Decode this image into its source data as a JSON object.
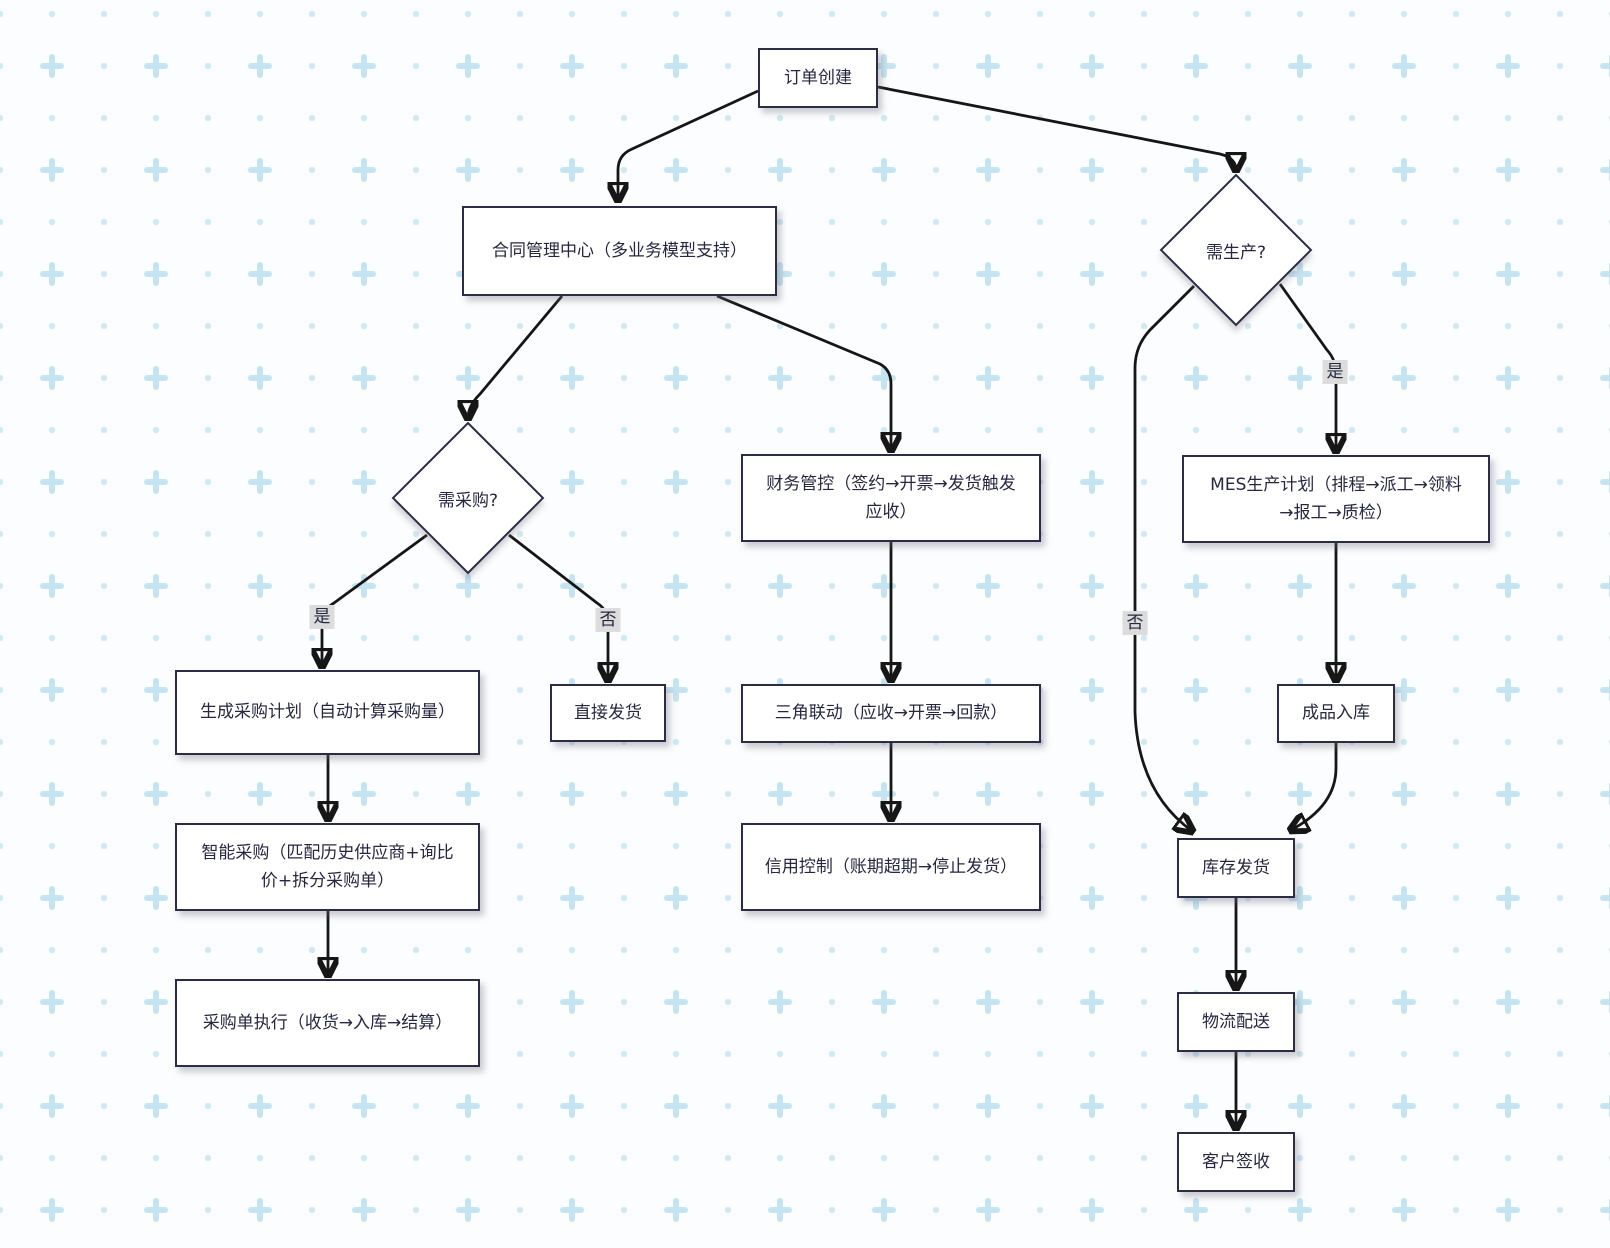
{
  "diagram_type": "flowchart",
  "nodes": {
    "order_create": {
      "label": "订单创建",
      "shape": "rect"
    },
    "contract_center": {
      "label": "合同管理中心（多业务模型支持）",
      "shape": "rect"
    },
    "need_production": {
      "label": "需生产?",
      "shape": "diamond"
    },
    "need_procurement": {
      "label": "需采购?",
      "shape": "diamond"
    },
    "finance_control": {
      "label": "财务管控（签约→开票→发货触发应收）",
      "shape": "rect"
    },
    "mes_plan": {
      "label": "MES生产计划（排程→派工→领料→报工→质检）",
      "shape": "rect"
    },
    "gen_purchase_plan": {
      "label": "生成采购计划（自动计算采购量）",
      "shape": "rect"
    },
    "direct_ship": {
      "label": "直接发货",
      "shape": "rect"
    },
    "triangle_link": {
      "label": "三角联动（应收→开票→回款）",
      "shape": "rect"
    },
    "credit_control": {
      "label": "信用控制（账期超期→停止发货）",
      "shape": "rect"
    },
    "smart_purchase": {
      "label": "智能采购（匹配历史供应商+询比价+拆分采购单）",
      "shape": "rect"
    },
    "purchase_exec": {
      "label": "采购单执行（收货→入库→结算）",
      "shape": "rect"
    },
    "finished_goods_in": {
      "label": "成品入库",
      "shape": "rect"
    },
    "stock_ship": {
      "label": "库存发货",
      "shape": "rect"
    },
    "logistics": {
      "label": "物流配送",
      "shape": "rect"
    },
    "customer_sign": {
      "label": "客户签收",
      "shape": "rect"
    }
  },
  "edge_labels": {
    "procurement_yes": "是",
    "procurement_no": "否",
    "production_yes": "是",
    "production_no": "否"
  },
  "edges": [
    {
      "from": "order_create",
      "to": "contract_center"
    },
    {
      "from": "order_create",
      "to": "need_production"
    },
    {
      "from": "contract_center",
      "to": "need_procurement"
    },
    {
      "from": "contract_center",
      "to": "finance_control"
    },
    {
      "from": "need_procurement",
      "to": "gen_purchase_plan",
      "label": "是"
    },
    {
      "from": "need_procurement",
      "to": "direct_ship",
      "label": "否"
    },
    {
      "from": "gen_purchase_plan",
      "to": "smart_purchase"
    },
    {
      "from": "smart_purchase",
      "to": "purchase_exec"
    },
    {
      "from": "finance_control",
      "to": "triangle_link"
    },
    {
      "from": "triangle_link",
      "to": "credit_control"
    },
    {
      "from": "need_production",
      "to": "mes_plan",
      "label": "是"
    },
    {
      "from": "need_production",
      "to": "stock_ship",
      "label": "否"
    },
    {
      "from": "mes_plan",
      "to": "finished_goods_in"
    },
    {
      "from": "finished_goods_in",
      "to": "stock_ship"
    },
    {
      "from": "stock_ship",
      "to": "logistics"
    },
    {
      "from": "logistics",
      "to": "customer_sign"
    }
  ],
  "colors": {
    "node_border": "#2c2c45",
    "node_fill": "#ffffff",
    "node_text": "#27273f",
    "edge_stroke": "#161616",
    "edge_label_bg": "#dcdcdc",
    "bg_dot": "#d2e9f2",
    "bg_plus": "#c6e4f0",
    "background": "#fcfdfe"
  }
}
